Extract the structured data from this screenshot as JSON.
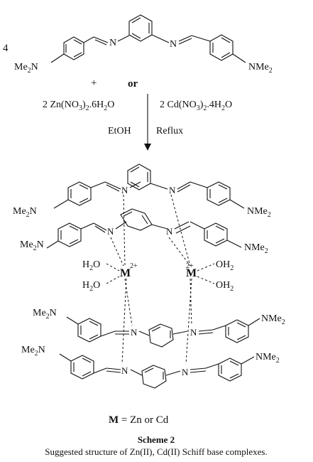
{
  "scheme": {
    "coefficient": "4",
    "substituent": "NMe",
    "subscript_2": "2",
    "substituent_left": "Me",
    "imine_n": "N",
    "plus": "+",
    "or": "or",
    "reagent_zn": "2 Zn(NO",
    "reagent_zn_sub": "3",
    "reagent_zn_rest": ")",
    "reagent_zn_rest2": ".6H",
    "reagent_zn_o": "O",
    "reagent_cd": "2 Cd(NO",
    "reagent_cd_rest2": ".4H",
    "solvent": "EtOH",
    "condition": "Reflux",
    "metal": "M",
    "charge": "2+",
    "water_h": "H",
    "water_o": "O",
    "oh": "OH",
    "legend_m": "M",
    "legend_rest": " = Zn or Cd",
    "caption_title": "Scheme 2",
    "caption_text": "Suggested structure of Zn(II), Cd(II) Schiff base complexes."
  },
  "colors": {
    "ink": "#111111",
    "background": "#ffffff"
  }
}
